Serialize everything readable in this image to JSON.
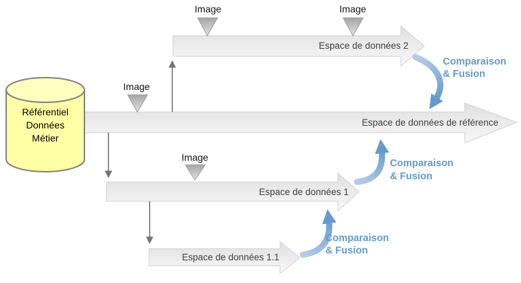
{
  "diagram": {
    "repository": {
      "lines": [
        "Référentiel",
        "Données",
        "Métier"
      ]
    },
    "bands": [
      {
        "id": "espace-2",
        "label": "Espace de données 2"
      },
      {
        "id": "reference",
        "label": "Espace de données de référence"
      },
      {
        "id": "espace-1",
        "label": "Espace de données 1"
      },
      {
        "id": "espace-1-1",
        "label": "Espace de données 1.1"
      }
    ],
    "image_markers": [
      {
        "label": "Image"
      },
      {
        "label": "Image"
      },
      {
        "label": "Image"
      },
      {
        "label": "Image"
      }
    ],
    "fusion_labels": [
      {
        "line1": "Comparaison",
        "line2": "& Fusion"
      },
      {
        "line1": "Comparaison",
        "line2": "& Fusion"
      },
      {
        "line1": "Comparaison",
        "line2": "& Fusion"
      }
    ],
    "colors": {
      "accent_blue": "#6699CC",
      "band_gray_top": "#E2E2E2",
      "band_gray_bottom": "#F7F7F7",
      "cylinder_yellow": "#FFFFA6",
      "connector_gray": "#757575",
      "marker_triangle_gray": "#ABABAB"
    }
  }
}
